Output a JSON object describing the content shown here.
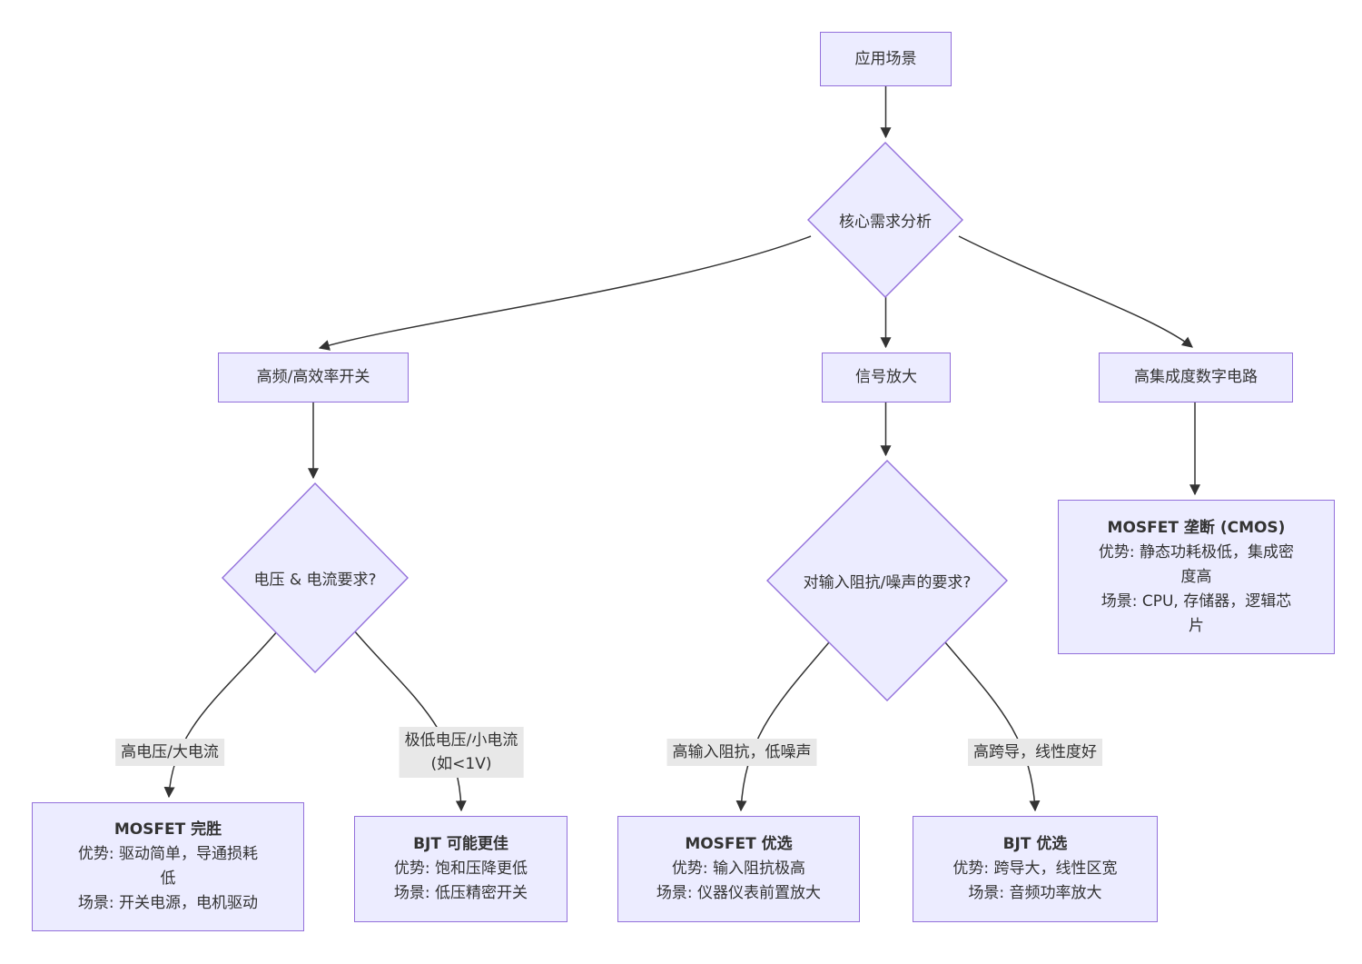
{
  "nodes": {
    "app": {
      "label": "应用场景"
    },
    "core": {
      "label": "核心需求分析"
    },
    "switching": {
      "label": "高频/高效率开关"
    },
    "signal": {
      "label": "信号放大"
    },
    "digital": {
      "label": "高集成度数字电路"
    },
    "voltage": {
      "label": "电压 & 电流要求?"
    },
    "impedance": {
      "label": "对输入阻抗/噪声的要求?"
    },
    "cmos": {
      "title": "MOSFET 垄断 (CMOS)",
      "advantage": "优势: 静态功耗极低，集成密度高",
      "scenario": "场景: CPU, 存储器，逻辑芯片"
    },
    "mosfet_win": {
      "title": "MOSFET 完胜",
      "advantage": "优势: 驱动简单，导通损耗低",
      "scenario": "场景: 开关电源，电机驱动"
    },
    "bjt_better": {
      "title": "BJT 可能更佳",
      "advantage": "优势: 饱和压降更低",
      "scenario": "场景: 低压精密开关"
    },
    "mosfet_pref": {
      "title": "MOSFET 优选",
      "advantage": "优势: 输入阻抗极高",
      "scenario": "场景: 仪器仪表前置放大"
    },
    "bjt_pref": {
      "title": "BJT 优选",
      "advantage": "优势: 跨导大，线性区宽",
      "scenario": "场景: 音频功率放大"
    }
  },
  "edge_labels": {
    "high_voltage": "高电压/大电流",
    "low_voltage_line1": "极低电压/小电流",
    "low_voltage_line2": "(如<1V)",
    "high_impedance": "高输入阻抗，低噪声",
    "high_gm": "高跨导，线性度好"
  },
  "colors": {
    "node_fill": "#ECECFF",
    "node_border": "#9370DB",
    "edge": "#333333",
    "edge_label_bg": "#e8e8e8",
    "text": "#333333"
  }
}
